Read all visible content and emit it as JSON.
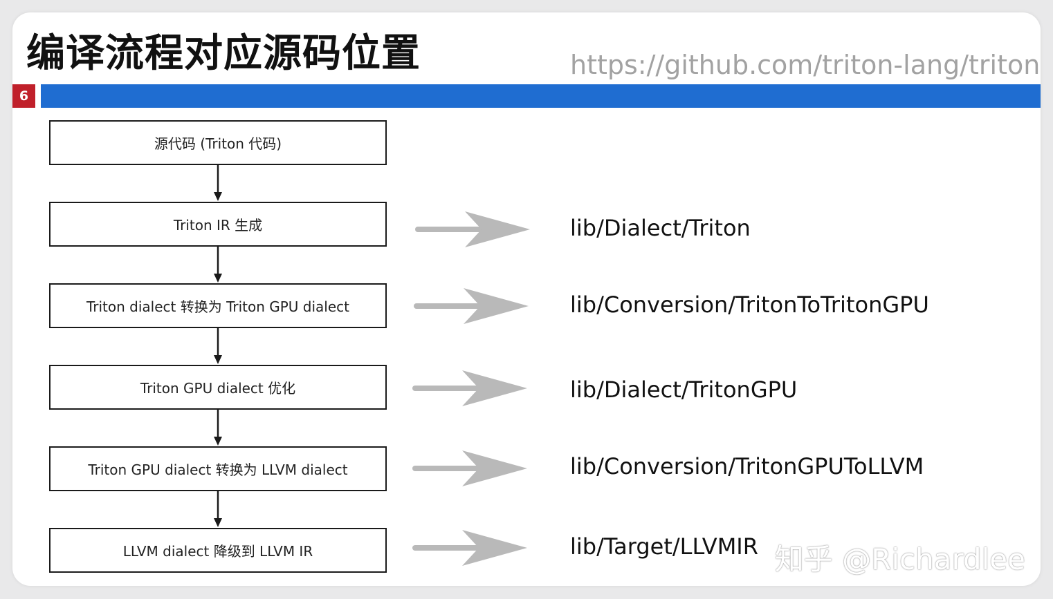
{
  "slide": {
    "title": "编译流程对应源码位置",
    "url": "https://github.com/triton-lang/triton",
    "number": "6",
    "accent_color": "#1f6dd1",
    "number_color": "#c0202a"
  },
  "flow": {
    "steps": [
      {
        "label": "源代码 (Triton 代码)",
        "path": ""
      },
      {
        "label": "Triton IR 生成",
        "path": "lib/Dialect/Triton"
      },
      {
        "label": "Triton dialect 转换为 Triton GPU dialect",
        "path": "lib/Conversion/TritonToTritonGPU"
      },
      {
        "label": "Triton GPU dialect 优化",
        "path": "lib/Dialect/TritonGPU"
      },
      {
        "label": "Triton GPU dialect 转换为 LLVM dialect",
        "path": "lib/Conversion/TritonGPUToLLVM"
      },
      {
        "label": "LLVM dialect 降级到 LLVM IR",
        "path": "lib/Target/LLVMIR"
      }
    ]
  },
  "watermarks": {
    "bottom": "知乎 @Richardlee"
  }
}
